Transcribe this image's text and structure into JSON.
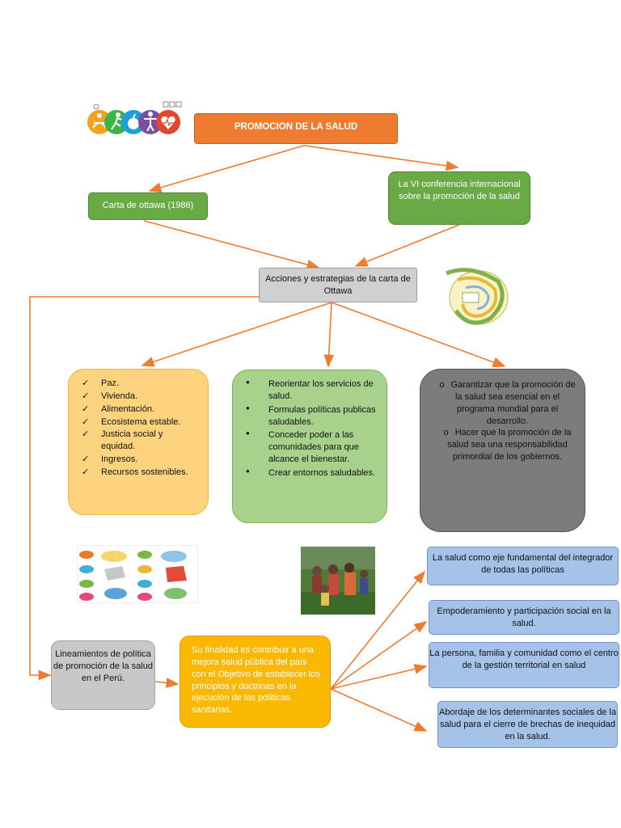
{
  "title": "PROMOCION DE LA SALUD",
  "carta": "Carta de ottawa (1986)",
  "vi_conferencia": "La VI conferencia internacional sobre la promoción de la salud",
  "acciones": "Acciones y estrategias de la carta de Ottawa",
  "lista_amarilla": [
    "Paz.",
    "Vivienda.",
    "Alimentación.",
    "Ecosistema estable.",
    "Justicia social y equidad.",
    "Ingresos.",
    "Recursos sostenibles."
  ],
  "lista_verde": [
    "Reorientar los servicios de salud.",
    "Formulas políticas publicas saludables.",
    "Conceder poder a las comunidades para que alcance el bienestar.",
    "Crear entornos saludables."
  ],
  "lista_gris": [
    "Garantizar que la promoción de la salud sea esencial en el programa mundial para el desarrollo.",
    "Hacer que la promoción de la salud sea una responsabilidad primordial de los gobiernos."
  ],
  "lineamientos": "Lineamientos de política de promoción de la salud en el Perú.",
  "finalidad": "Su finalidad es contribuir a una mejora salud pública del país con el Objetivo de establecer los principios y doctrinas en la ejecución de las políticas sanitarias.",
  "lineas": [
    "La salud como eje fundamental del integrador de todas las políticas",
    "Empoderamiento y participación social en la salud.",
    "La persona, familia y comunidad como el centro de la gestión territorial en salud",
    "Abordaje de los determinantes sociales de la salud para el cierre de brechas de inequidad en la salud."
  ],
  "colors": {
    "arrow": "#ee7b30",
    "title_bg": "#ee7b30",
    "green": "#6aaa45",
    "grey": "#d0d0d0",
    "yellow_list": "#fdd37e",
    "green_list": "#a8d18c",
    "grey_list": "#7c7c7c",
    "orange_yellow": "#fbb802",
    "blue": "#a5c3e8"
  },
  "icons": [
    "meditation-icon",
    "running-icon",
    "apple-icon",
    "person-icon",
    "heart-pulse-icon"
  ]
}
